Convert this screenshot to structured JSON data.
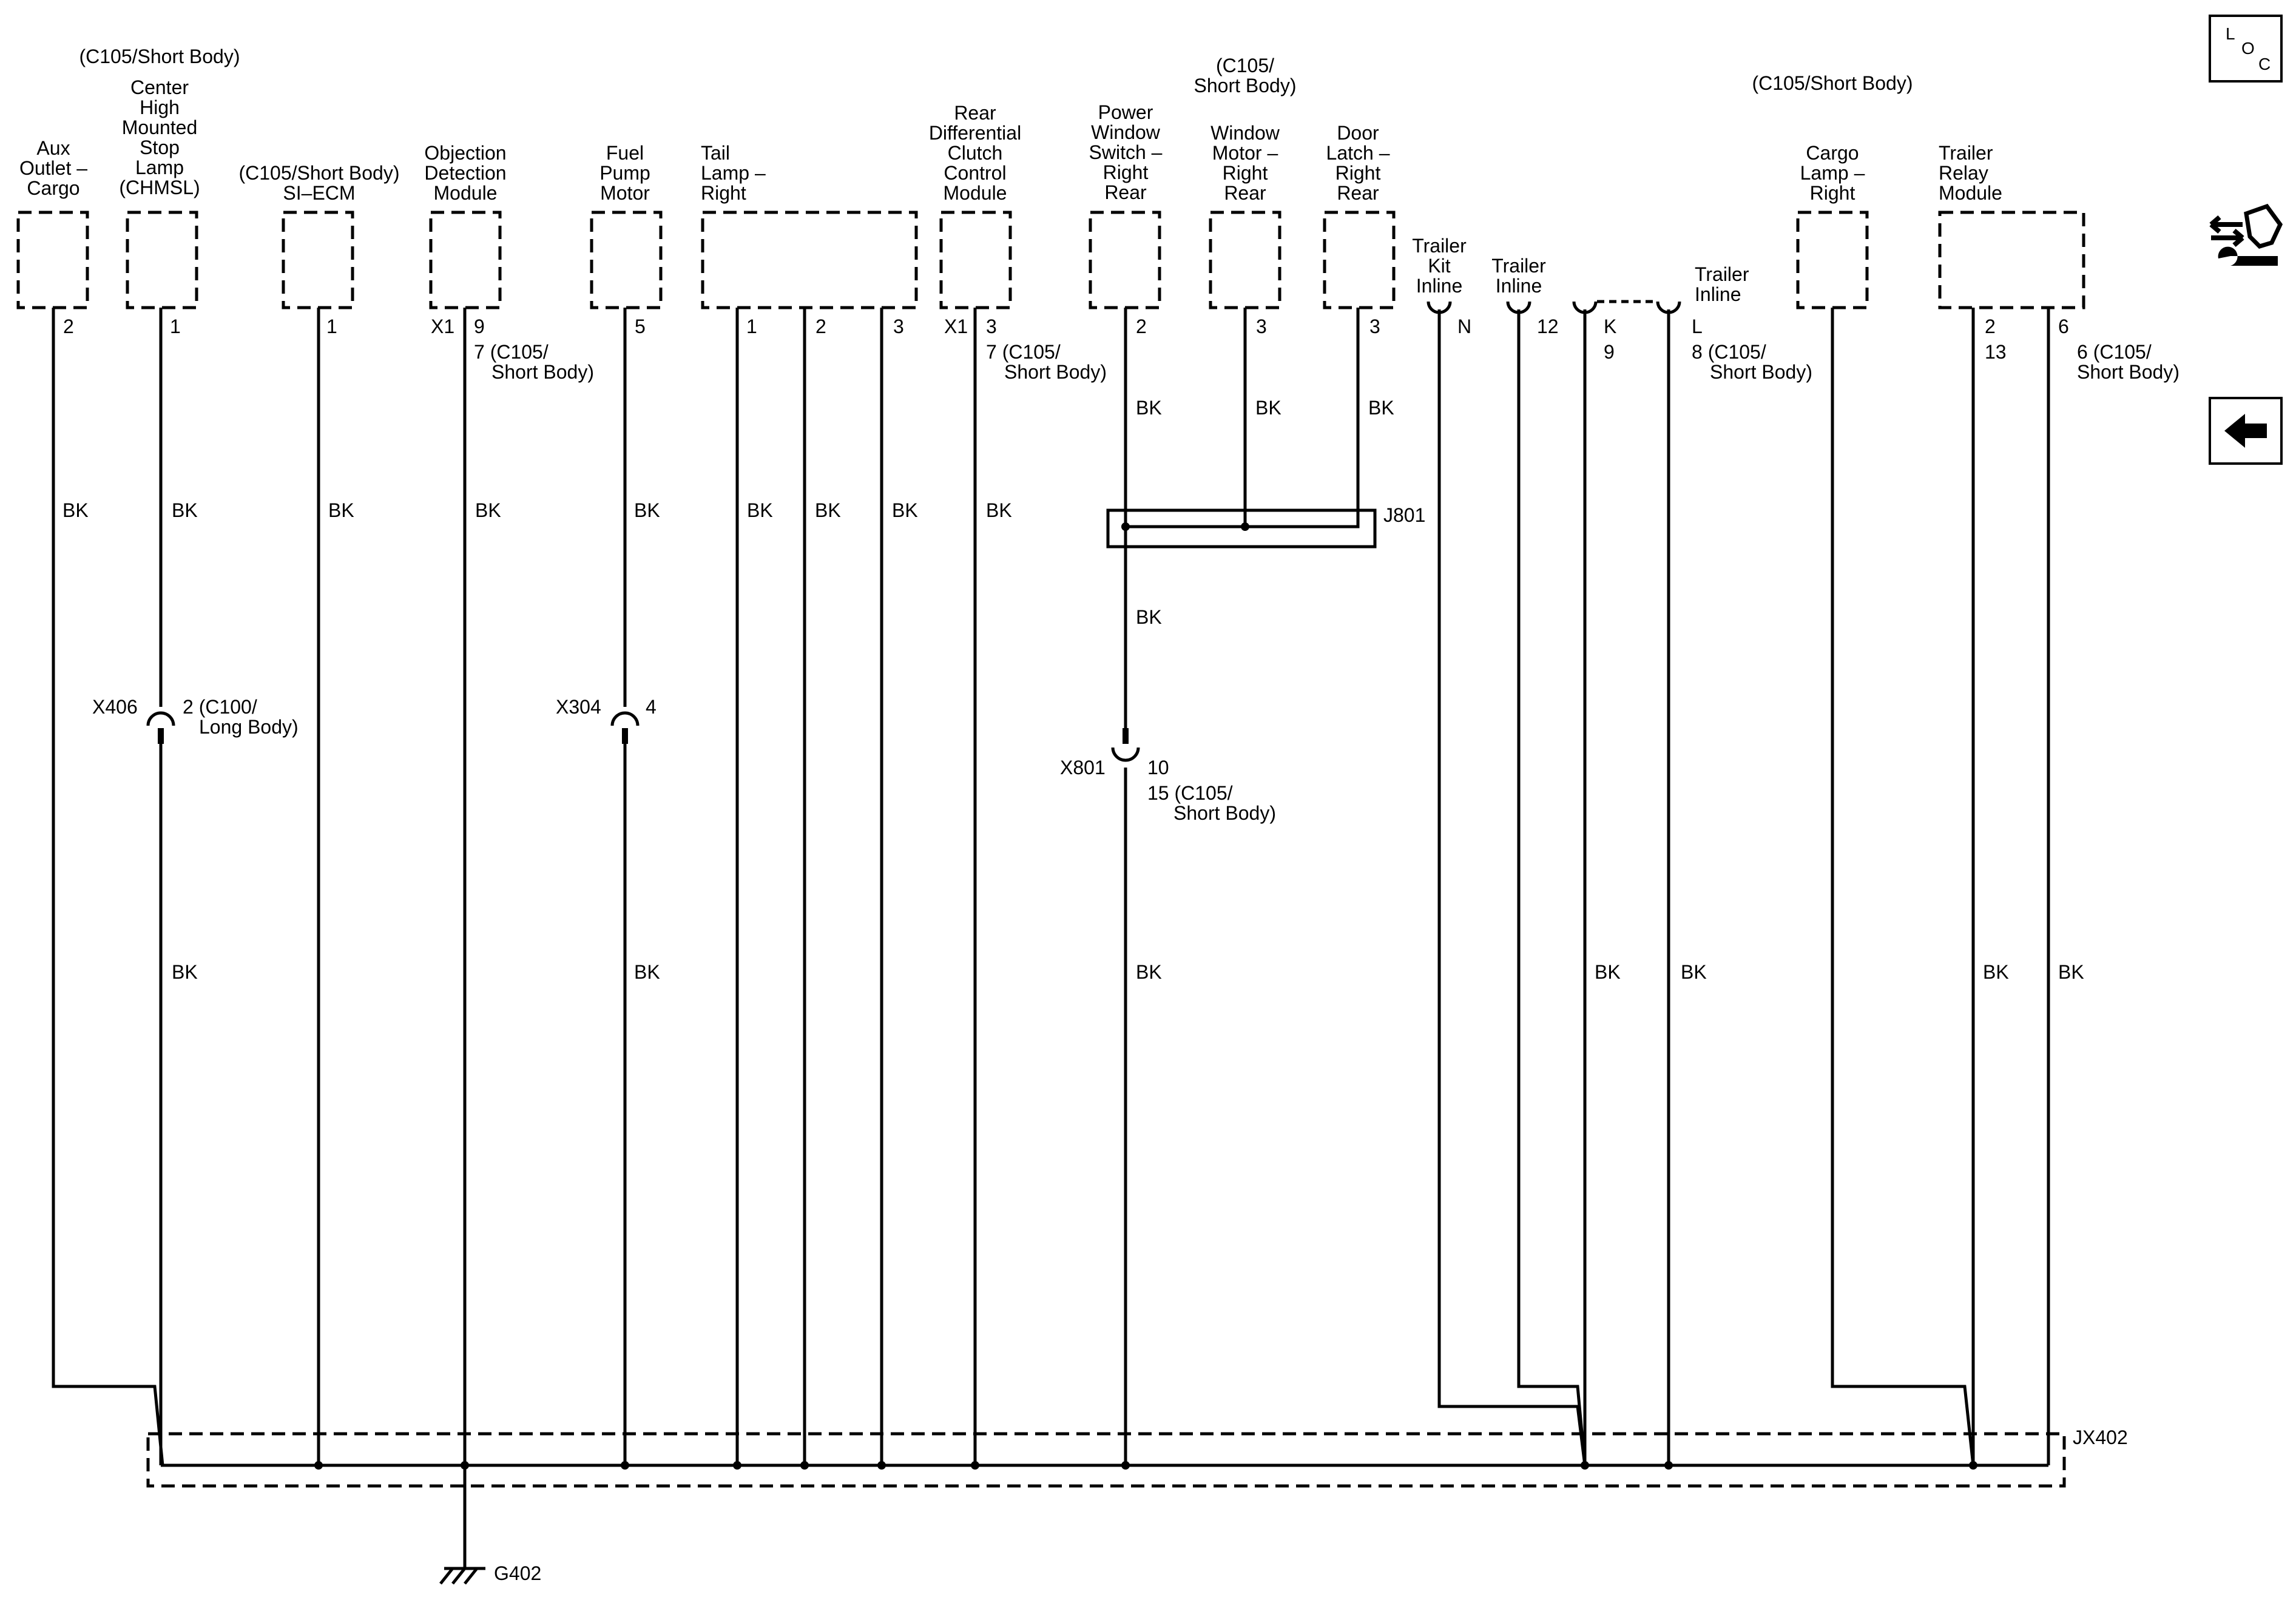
{
  "components": {
    "aux_outlet": [
      "Aux",
      "Outlet –",
      "Cargo"
    ],
    "chmsl": [
      "Center",
      "High",
      "Mounted",
      "Stop",
      "Lamp",
      "(CHMSL)"
    ],
    "chmsl_note": "(C105/Short Body)",
    "si_ecm": [
      "(C105/Short Body)",
      "SI–ECM"
    ],
    "odm": [
      "Objection",
      "Detection",
      "Module"
    ],
    "fuel_pump": [
      "Fuel",
      "Pump",
      "Motor"
    ],
    "tail_lamp": [
      "Tail",
      "Lamp –",
      "Right"
    ],
    "rdcm": [
      "Rear",
      "Differential",
      "Clutch",
      "Control",
      "Module"
    ],
    "pws": [
      "Power",
      "Window",
      "Switch –",
      "Right",
      "Rear"
    ],
    "wm": [
      "Window",
      "Motor –",
      "Right",
      "Rear"
    ],
    "dl": [
      "Door",
      "Latch –",
      "Right",
      "Rear"
    ],
    "window_group_note": [
      "(C105/",
      "Short Body)"
    ],
    "trailer_kit": [
      "Trailer",
      "Kit",
      "Inline"
    ],
    "trailer_inline_1": [
      "Trailer",
      "Inline"
    ],
    "trailer_inline_2": [
      "Trailer",
      "Inline"
    ],
    "cargo_lamp": [
      "Cargo",
      "Lamp –",
      "Right"
    ],
    "trailer_relay": [
      "Trailer",
      "Relay",
      "Module"
    ],
    "right_group_note": "(C105/Short Body)"
  },
  "pins": {
    "aux": "2",
    "chmsl": "1",
    "siecm": "1",
    "odm_x1": "X1",
    "odm": "9",
    "odm_alt": [
      "7 (C105/",
      "Short Body)"
    ],
    "fuel": "5",
    "tail_1": "1",
    "tail_2": "2",
    "tail_3": "3",
    "rdcm_x1": "X1",
    "rdcm": "3",
    "rdcm_alt": [
      "7 (C105/",
      "Short Body)"
    ],
    "pws": "2",
    "wm": "3",
    "dl": "3",
    "trailer_kit": "N",
    "trailer_inline_1": "12",
    "trailer_inline_2_k": "K",
    "trailer_inline_2_9": "9",
    "trailer_inline_2_l": "L",
    "trailer_inline_2_alt": [
      "8 (C105/",
      "Short Body)"
    ],
    "relay_2": "2",
    "relay_13": "13",
    "relay_6": "6",
    "relay_alt": [
      "6 (C105/",
      "Short Body)"
    ]
  },
  "wire_color": "BK",
  "connectors": {
    "x406": "X406",
    "x406_pin": [
      "2 (C100/",
      "Long Body)"
    ],
    "x304": "X304",
    "x304_pin": "4",
    "x801": "X801",
    "x801_pin": "10",
    "x801_alt": [
      "15 (C105/",
      "Short Body)"
    ]
  },
  "splices": {
    "j801": "J801",
    "jx402": "JX402"
  },
  "ground": "G402",
  "sidebar": {
    "loc_l": "L",
    "loc_o": "O",
    "loc_c": "C"
  }
}
